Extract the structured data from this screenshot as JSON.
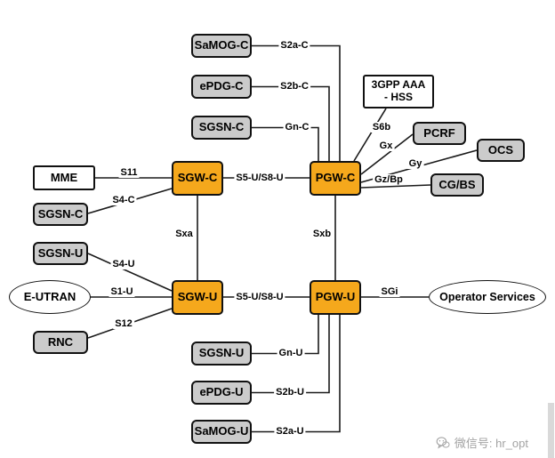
{
  "colors": {
    "node_gray": "#cbcbcb",
    "node_orange": "#f5a81c",
    "line": "#1a1a1a",
    "watermark": "#a3a3a3"
  },
  "nodes": {
    "samog_c": {
      "label": "SaMOG-C"
    },
    "epdg_c": {
      "label": "ePDG-C"
    },
    "sgsn_c_top": {
      "label": "SGSN-C"
    },
    "aaa_hss": {
      "label1": "3GPP AAA",
      "label2": "- HSS"
    },
    "pcrf": {
      "label": "PCRF"
    },
    "ocs": {
      "label": "OCS"
    },
    "cg_bs": {
      "label": "CG/BS"
    },
    "mme": {
      "label": "MME"
    },
    "sgw_c": {
      "label": "SGW-C"
    },
    "pgw_c": {
      "label": "PGW-C"
    },
    "sgsn_c_left": {
      "label": "SGSN-C"
    },
    "sgsn_u_left": {
      "label": "SGSN-U"
    },
    "e_utran": {
      "label": "E-UTRAN"
    },
    "sgw_u": {
      "label": "SGW-U"
    },
    "pgw_u": {
      "label": "PGW-U"
    },
    "operator_services": {
      "label": "Operator Services"
    },
    "rnc": {
      "label": "RNC"
    },
    "sgsn_u_bottom": {
      "label": "SGSN-U"
    },
    "epdg_u": {
      "label": "ePDG-U"
    },
    "samog_u": {
      "label": "SaMOG-U"
    }
  },
  "links": {
    "s2a_c": {
      "label": "S2a-C"
    },
    "s2b_c": {
      "label": "S2b-C"
    },
    "gn_c": {
      "label": "Gn-C"
    },
    "s6b": {
      "label": "S6b"
    },
    "gx": {
      "label": "Gx"
    },
    "gy": {
      "label": "Gy"
    },
    "gz_bp": {
      "label": "Gz/Bp"
    },
    "s11": {
      "label": "S11"
    },
    "s4_c": {
      "label": "S4-C"
    },
    "sxa": {
      "label": "Sxa"
    },
    "sxb": {
      "label": "Sxb"
    },
    "s5u_s8u_top": {
      "label": "S5-U/S8-U"
    },
    "s4_u": {
      "label": "S4-U"
    },
    "s1_u": {
      "label": "S1-U"
    },
    "s12": {
      "label": "S12"
    },
    "s5u_s8u_bottom": {
      "label": "S5-U/S8-U"
    },
    "sgi": {
      "label": "SGi"
    },
    "gn_u": {
      "label": "Gn-U"
    },
    "s2b_u": {
      "label": "S2b-U"
    },
    "s2a_u": {
      "label": "S2a-U"
    }
  },
  "watermark": {
    "icon": "wechat-icon",
    "text": "微信号: hr_opt"
  }
}
